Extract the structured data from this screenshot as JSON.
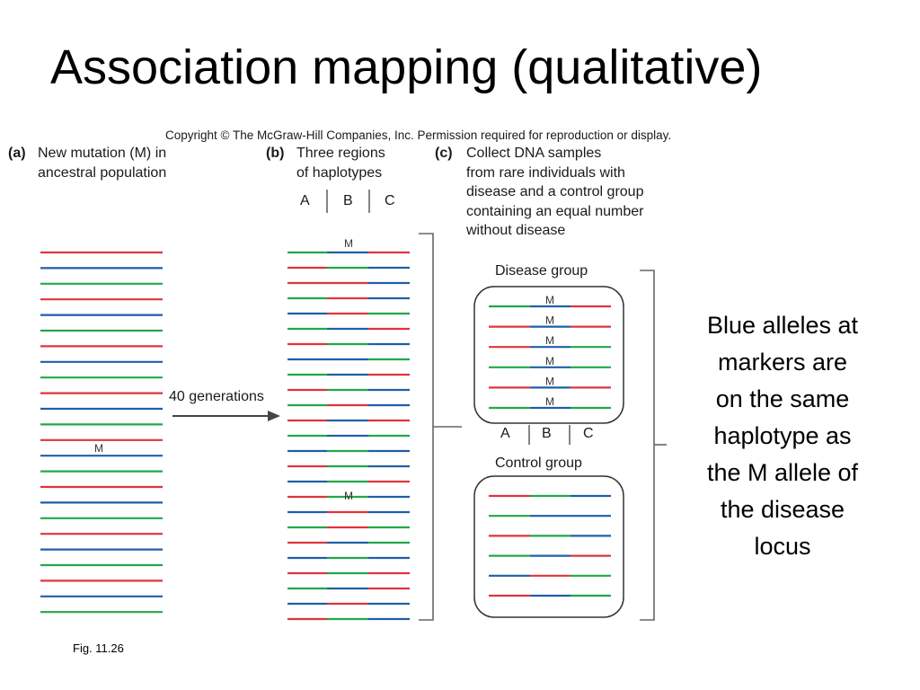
{
  "title": "Association mapping (qualitative)",
  "copyright": "Copyright © The McGraw-Hill Companies, Inc. Permission required for reproduction or display.",
  "panel_a": {
    "label": "(a)",
    "lines": [
      "New mutation (M) in",
      "ancestral population"
    ]
  },
  "panel_b": {
    "label": "(b)",
    "lines": [
      "Three regions",
      "of haplotypes"
    ],
    "regions": [
      "A",
      "B",
      "C"
    ]
  },
  "panel_c": {
    "label": "(c)",
    "lines": [
      "Collect DNA samples",
      "from rare individuals with",
      "disease and a control group",
      "containing an equal number",
      "without disease"
    ],
    "regions": [
      "A",
      "B",
      "C"
    ]
  },
  "arrow_label": "40 generations",
  "mutation_marker": "M",
  "disease_group_label": "Disease group",
  "control_group_label": "Control group",
  "side_note": [
    "Blue alleles at",
    "markers are",
    "on the same",
    "haplotype as",
    "the M allele of",
    "the disease",
    "locus"
  ],
  "figure_caption": "Fig. 11.26",
  "colors": {
    "red": "#e0343c",
    "blue": "#1f5fa8",
    "green": "#22a84b",
    "ink": "#555555"
  }
}
